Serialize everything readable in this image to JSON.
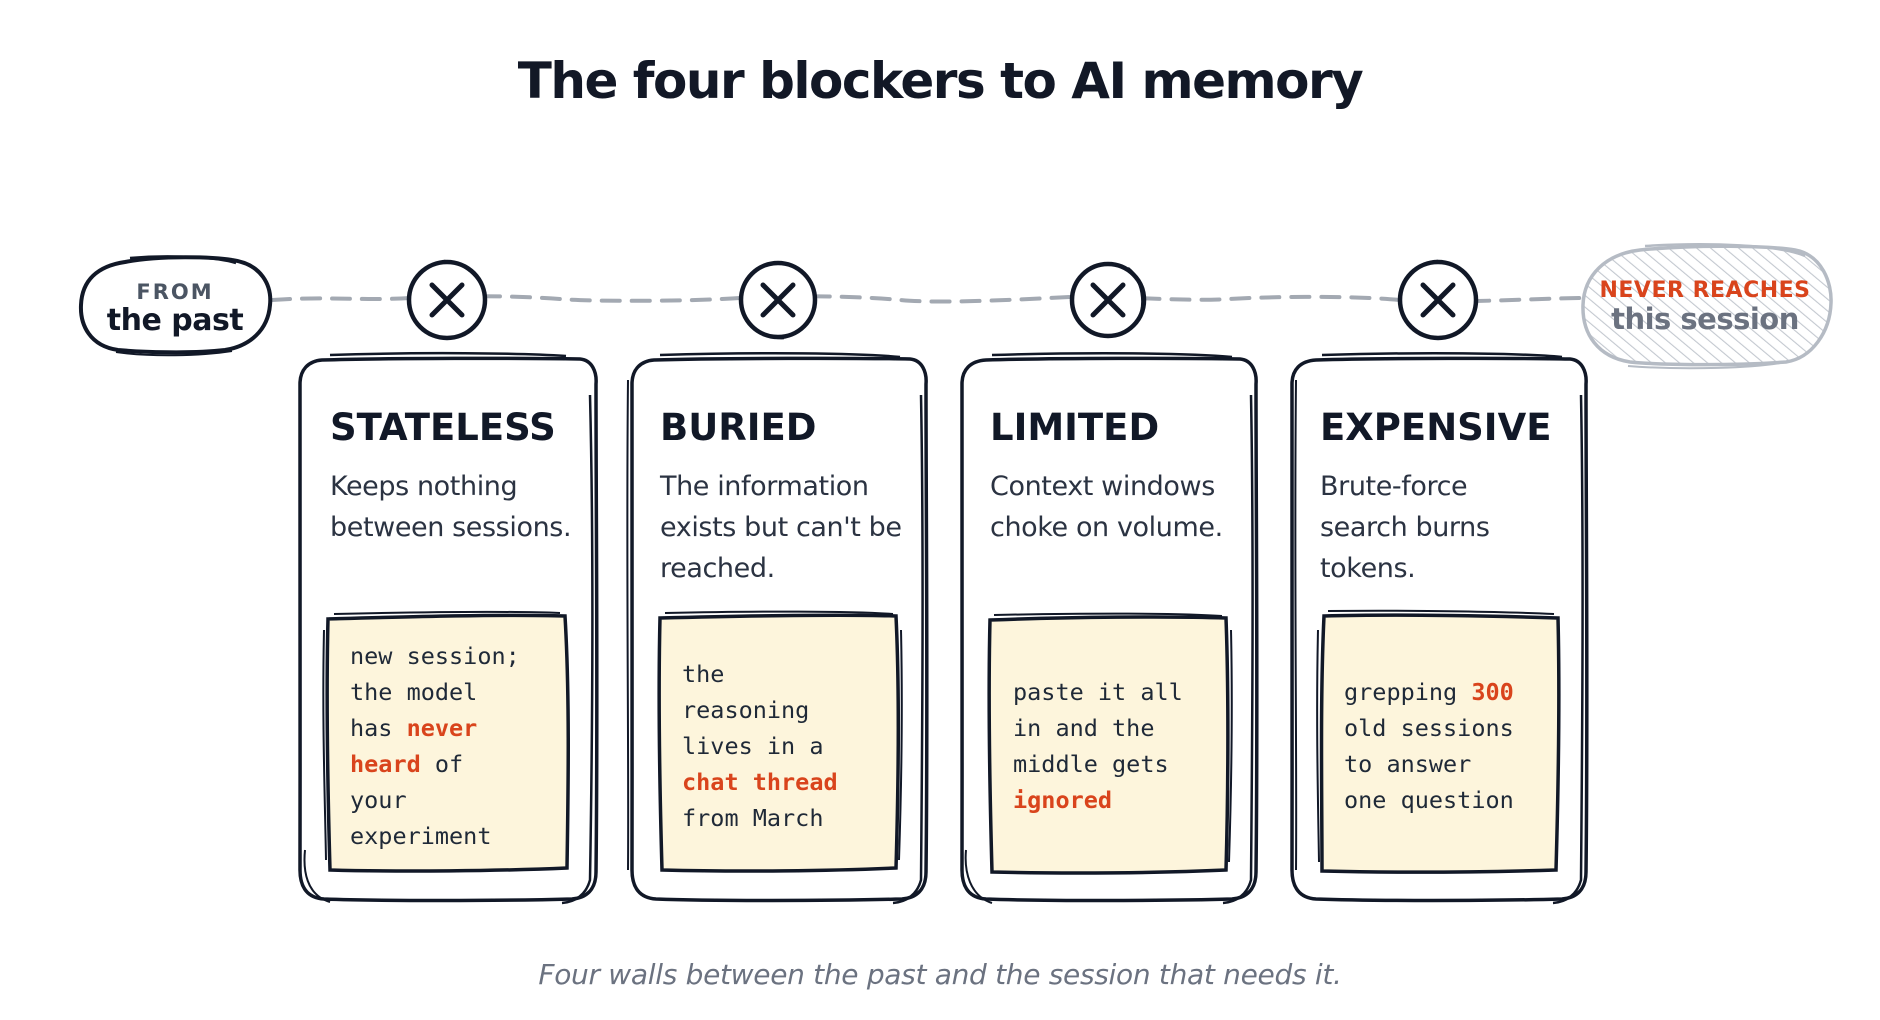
{
  "title": "The four blockers to AI memory",
  "start": {
    "label": "FROM",
    "main": "the past"
  },
  "end": {
    "label": "NEVER REACHES",
    "main": "this session"
  },
  "cards": [
    {
      "title": "STATELESS",
      "desc": [
        "Keeps nothing",
        "between sessions."
      ],
      "note": [
        [
          {
            "t": "new session;"
          }
        ],
        [
          {
            "t": "the model"
          }
        ],
        [
          {
            "t": "has "
          },
          {
            "t": "never",
            "hl": true
          }
        ],
        [
          {
            "t": "heard",
            "hl": true
          },
          {
            "t": " of"
          }
        ],
        [
          {
            "t": "your"
          }
        ],
        [
          {
            "t": "experiment"
          }
        ]
      ]
    },
    {
      "title": "BURIED",
      "desc": [
        "The information",
        "exists but can't be",
        "reached."
      ],
      "note": [
        [
          {
            "t": "the"
          }
        ],
        [
          {
            "t": "reasoning"
          }
        ],
        [
          {
            "t": "lives in a"
          }
        ],
        [
          {
            "t": "chat thread",
            "hl": true
          }
        ],
        [
          {
            "t": "from March"
          }
        ]
      ]
    },
    {
      "title": "LIMITED",
      "desc": [
        "Context windows",
        "choke on volume."
      ],
      "note": [
        [
          {
            "t": "paste it all"
          }
        ],
        [
          {
            "t": "in and the"
          }
        ],
        [
          {
            "t": "middle gets"
          }
        ],
        [
          {
            "t": "ignored",
            "hl": true
          }
        ]
      ]
    },
    {
      "title": "EXPENSIVE",
      "desc": [
        "Brute-force",
        "search burns",
        "tokens."
      ],
      "note": [
        [
          {
            "t": "grepping "
          },
          {
            "t": "300",
            "hl": true
          }
        ],
        [
          {
            "t": "old sessions"
          }
        ],
        [
          {
            "t": "to answer"
          }
        ],
        [
          {
            "t": "one question"
          }
        ]
      ]
    }
  ],
  "caption": "Four walls between the past and the session that needs it.",
  "colors": {
    "ink": "#111827",
    "accent": "#d9441c",
    "note_bg": "#fdf5dc",
    "dash": "#9ca3af"
  },
  "icons": [
    "x-circle-icon"
  ]
}
